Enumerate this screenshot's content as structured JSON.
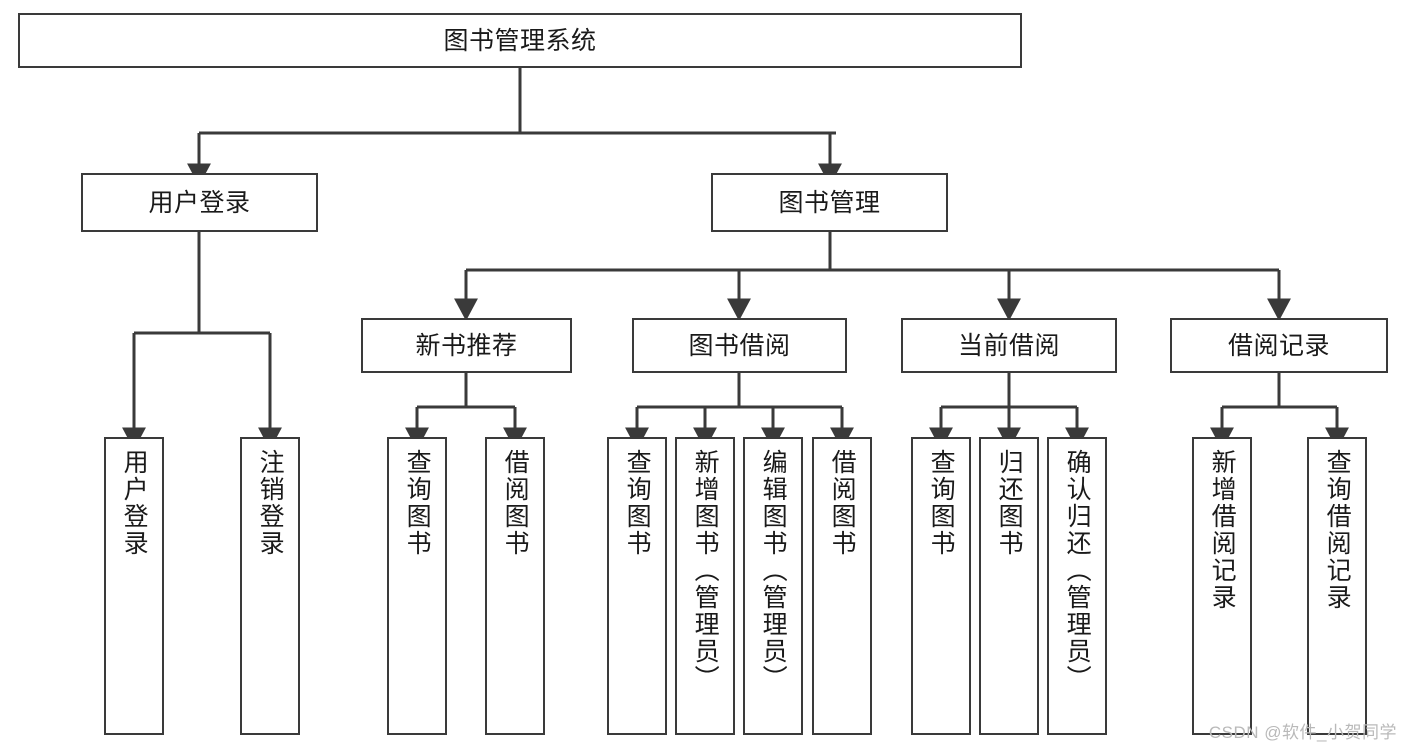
{
  "diagram": {
    "title": "图书管理系统",
    "type": "function-structure-tree",
    "watermark": "CSDN @软件_小贺同学",
    "colors": {
      "node_border": "#3a3a3a",
      "node_fill": "#ffffff",
      "edge": "#3a3a3a",
      "text": "#1a1a1a",
      "watermark": "#b9b9b9",
      "background": "#ffffff"
    },
    "nodes": {
      "root": {
        "label": "图书管理系统"
      },
      "level2": [
        {
          "id": "user-login",
          "label": "用户登录"
        },
        {
          "id": "book-manage",
          "label": "图书管理"
        }
      ],
      "level3": [
        {
          "id": "new-book-recommend",
          "label": "新书推荐"
        },
        {
          "id": "book-borrow",
          "label": "图书借阅"
        },
        {
          "id": "current-borrow",
          "label": "当前借阅"
        },
        {
          "id": "borrow-record",
          "label": "借阅记录"
        }
      ],
      "leaves": {
        "user_login": [
          {
            "id": "leaf-user-login",
            "label": "用户登录"
          },
          {
            "id": "leaf-logout",
            "label": "注销登录"
          }
        ],
        "new_book_recommend": [
          {
            "id": "leaf-query-book-1",
            "label": "查询图书"
          },
          {
            "id": "leaf-borrow-book-1",
            "label": "借阅图书"
          }
        ],
        "book_borrow": [
          {
            "id": "leaf-query-book-2",
            "label": "查询图书"
          },
          {
            "id": "leaf-add-book",
            "label": "新增图书（管理员）"
          },
          {
            "id": "leaf-edit-book",
            "label": "编辑图书（管理员）"
          },
          {
            "id": "leaf-borrow-book-2",
            "label": "借阅图书"
          }
        ],
        "current_borrow": [
          {
            "id": "leaf-query-book-3",
            "label": "查询图书"
          },
          {
            "id": "leaf-return-book",
            "label": "归还图书"
          },
          {
            "id": "leaf-confirm-return",
            "label": "确认归还（管理员）"
          }
        ],
        "borrow_record": [
          {
            "id": "leaf-add-record",
            "label": "新增借阅记录"
          },
          {
            "id": "leaf-query-record",
            "label": "查询借阅记录"
          }
        ]
      }
    }
  }
}
